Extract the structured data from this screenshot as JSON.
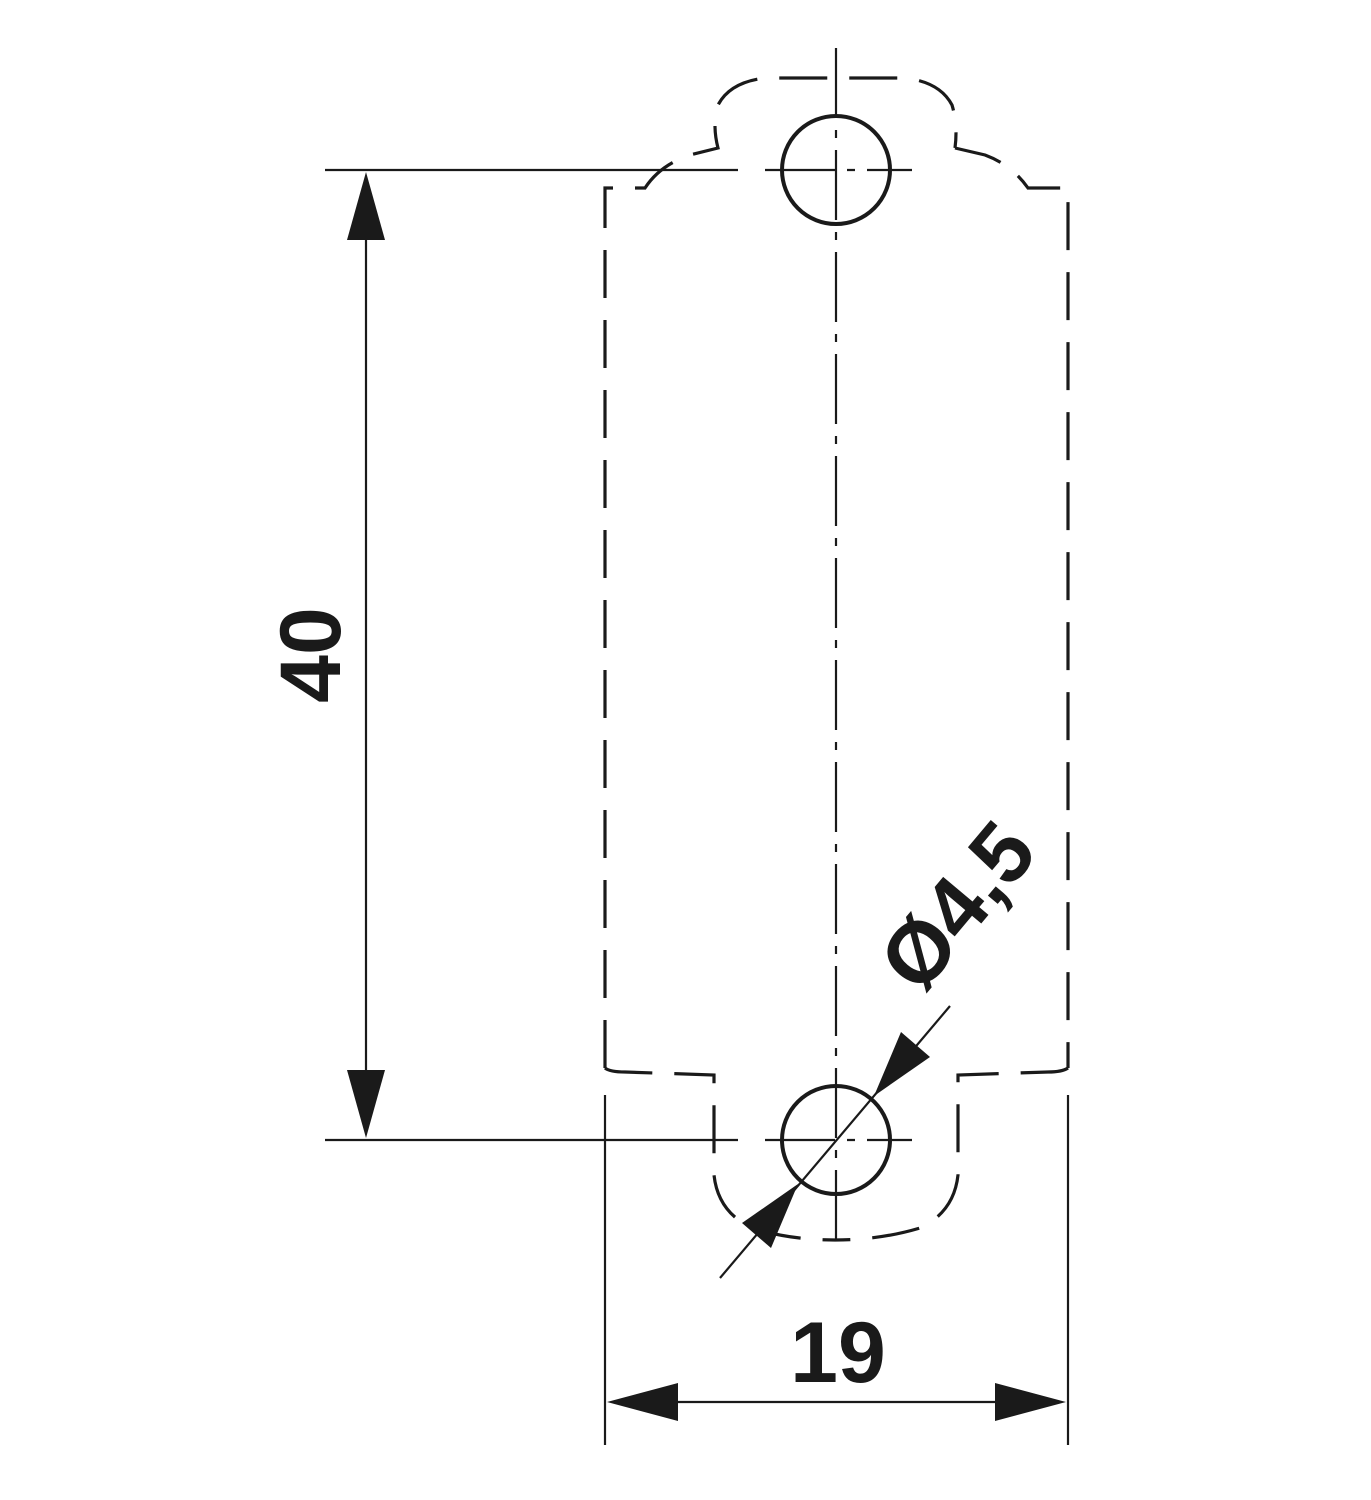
{
  "dimensions": {
    "height_label": "40",
    "width_label": "19",
    "hole_diameter_label": "Ø4,5"
  },
  "colors": {
    "stroke": "#1a1a1a",
    "background": "#ffffff"
  }
}
